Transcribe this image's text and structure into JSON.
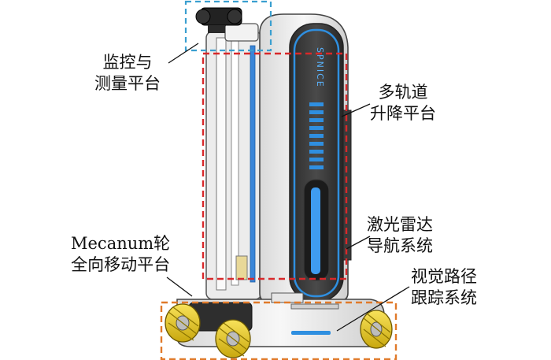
{
  "labels": {
    "monitor": {
      "line1": "监控与",
      "line2": "测量平台"
    },
    "lift": {
      "line1": "多轨道",
      "line2": "升降平台"
    },
    "lidar": {
      "line1": "激光雷达",
      "line2": "导航系统"
    },
    "visual": {
      "line1": "视觉路径",
      "line2": "跟踪系统"
    },
    "mecanum": {
      "line1": "Mecanum轮",
      "line2": "全向移动平台"
    }
  },
  "brand_text": "SPNICE",
  "colors": {
    "monitor_box": "#3a9fd0",
    "lift_box": "#d8282a",
    "base_box": "#e07a2a",
    "accent_blue": "#2f8fe0",
    "wheel_yellow": "#f0d020"
  }
}
